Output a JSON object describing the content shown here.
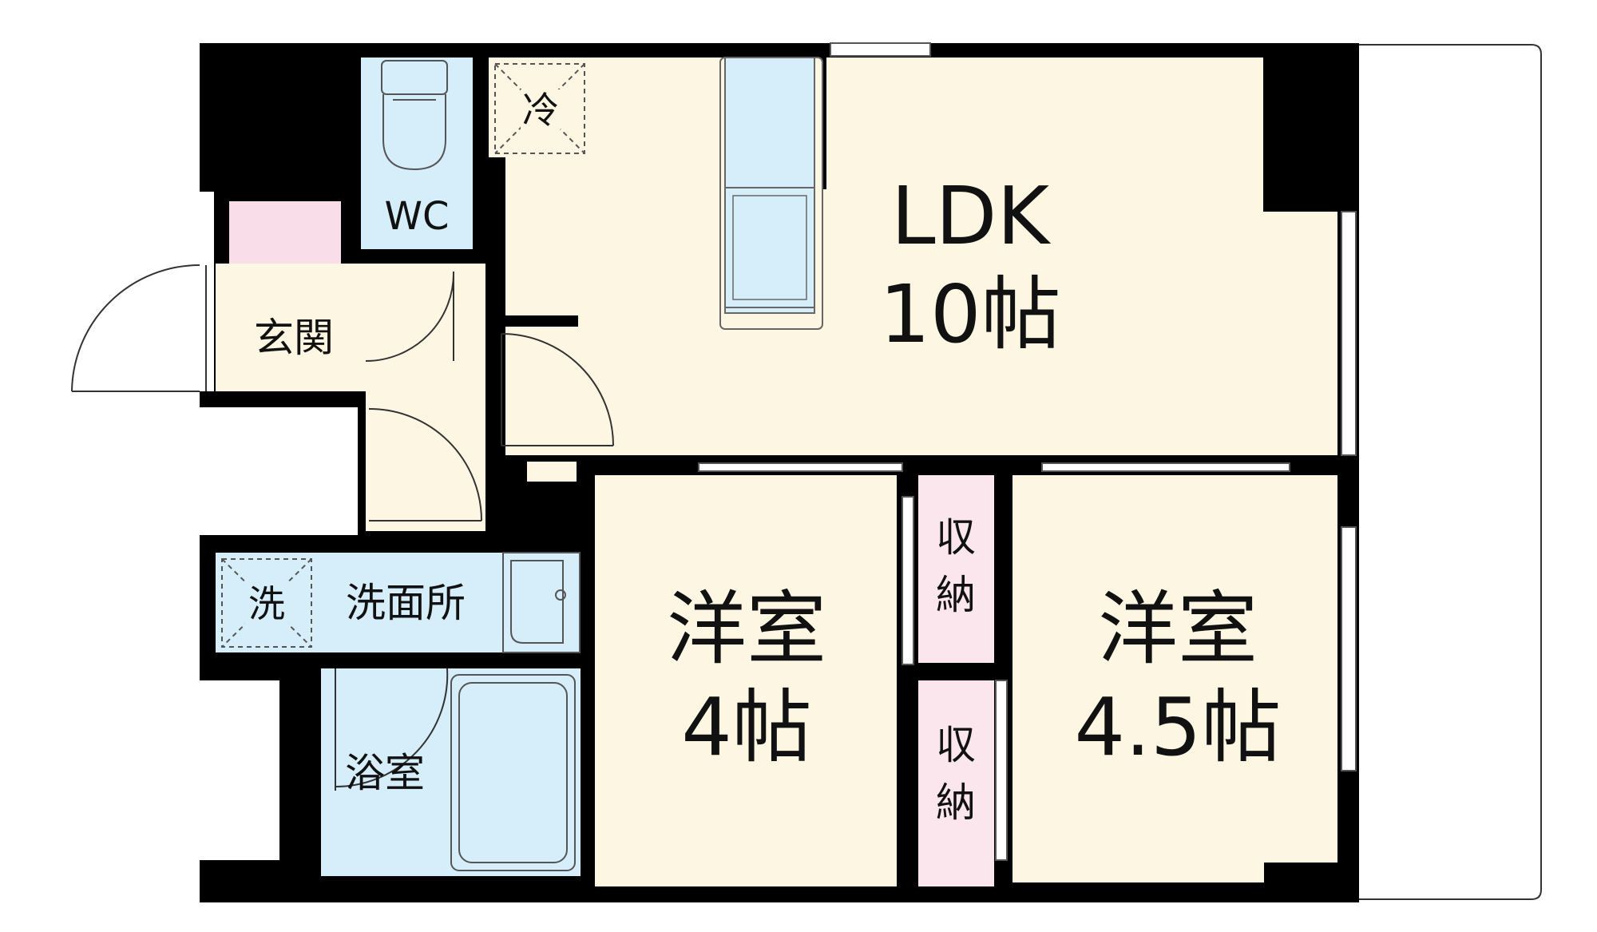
{
  "colors": {
    "wall": "#000000",
    "floor": "#fdf6e3",
    "wet_area": "#d5eefa",
    "storage": "#fbe6ee",
    "shoe_box": "#f9dde8",
    "fixture_stroke": "#666666",
    "outline": "#333333"
  },
  "rooms": {
    "ldk": {
      "label": "LDK",
      "size": "10帖"
    },
    "western_left": {
      "label": "洋室",
      "size": "4帖"
    },
    "western_right": {
      "label": "洋室",
      "size": "4.5帖"
    },
    "entrance": {
      "label": "玄関"
    },
    "toilet": {
      "label": "WC"
    },
    "washroom": {
      "label": "洗面所"
    },
    "bathroom": {
      "label": "浴室"
    },
    "closet_upper": {
      "label_top": "収",
      "label_bottom": "納"
    },
    "closet_lower": {
      "label_top": "収",
      "label_bottom": "納"
    }
  },
  "fixtures": {
    "fridge": "冷",
    "washer": "洗"
  },
  "icons": [
    "toilet-icon",
    "kitchen-counter-icon",
    "sink-icon",
    "bathtub-icon",
    "door-swing-icon"
  ]
}
